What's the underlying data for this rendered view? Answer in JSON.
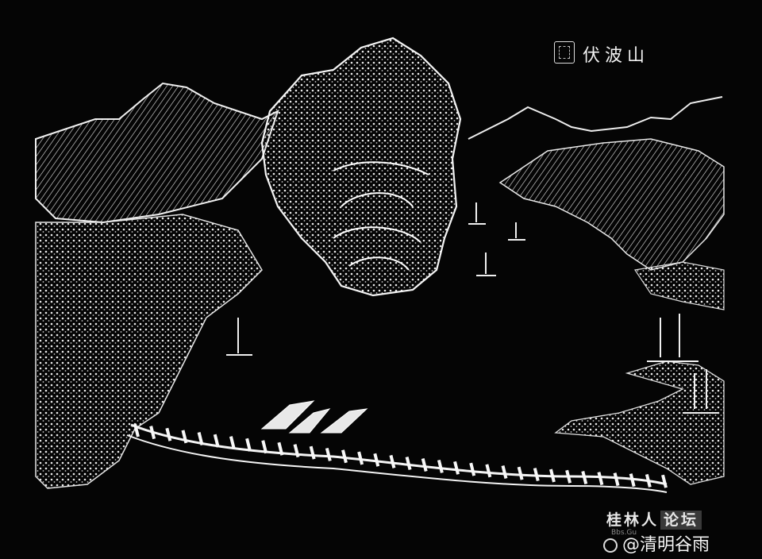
{
  "artwork": {
    "title_inscription": "伏波山",
    "palette": {
      "background": "#050505",
      "lines": "#f2f2f2"
    }
  },
  "watermarks": {
    "forum_name": "桂林人",
    "forum_tag": "论坛",
    "forum_url": "Bbs.Gu",
    "author_handle": "@清明谷雨"
  }
}
